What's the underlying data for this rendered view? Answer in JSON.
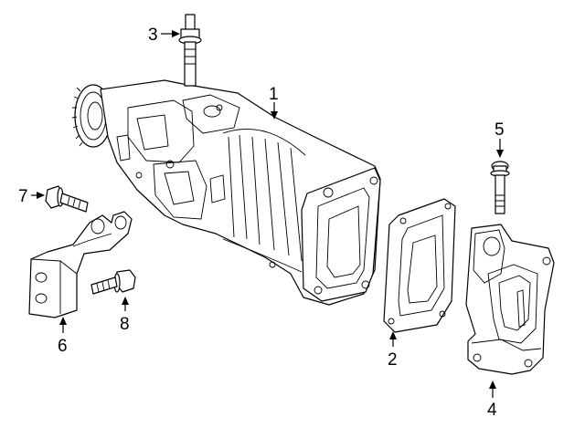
{
  "callouts": [
    {
      "id": "1",
      "label": "1",
      "part": "supercharger"
    },
    {
      "id": "2",
      "label": "2",
      "part": "gasket"
    },
    {
      "id": "3",
      "label": "3",
      "part": "stud"
    },
    {
      "id": "4",
      "label": "4",
      "part": "adapter"
    },
    {
      "id": "5",
      "label": "5",
      "part": "bolt"
    },
    {
      "id": "6",
      "label": "6",
      "part": "bracket"
    },
    {
      "id": "7",
      "label": "7",
      "part": "bolt"
    },
    {
      "id": "8",
      "label": "8",
      "part": "bolt"
    }
  ]
}
